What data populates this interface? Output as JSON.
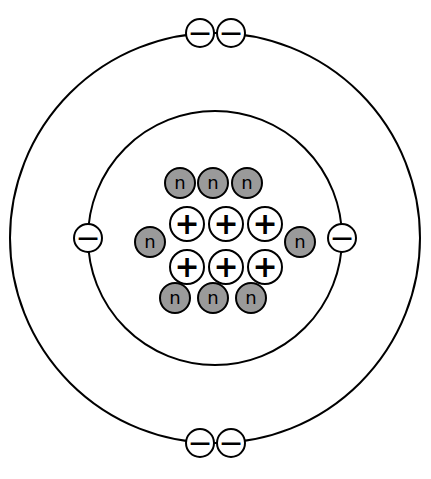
{
  "diagram": {
    "nodes": [
      {
        "text": [
          "−"
        ]
      },
      {
        "text": [
          "−"
        ]
      },
      {
        "text": [
          "n"
        ]
      },
      {
        "text": [
          "n"
        ]
      },
      {
        "text": [
          "n"
        ]
      },
      {
        "text": [
          "+"
        ]
      },
      {
        "text": [
          "+"
        ]
      },
      {
        "text": [
          "+"
        ]
      },
      {
        "text": [
          "−"
        ]
      },
      {
        "text": [
          "n"
        ]
      },
      {
        "text": [
          "n"
        ]
      },
      {
        "text": [
          "−"
        ]
      },
      {
        "text": [
          "+"
        ]
      },
      {
        "text": [
          "+"
        ]
      },
      {
        "text": [
          "+"
        ]
      },
      {
        "text": [
          "n"
        ]
      },
      {
        "text": [
          "n"
        ]
      },
      {
        "text": [
          "n"
        ]
      },
      {
        "text": [
          "−"
        ]
      },
      {
        "text": [
          "−"
        ]
      }
    ]
  }
}
